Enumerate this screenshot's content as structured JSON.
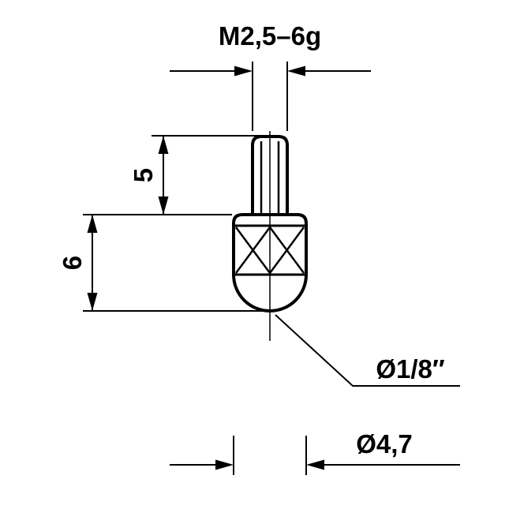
{
  "drawing": {
    "type": "technical-dimension-drawing",
    "subject": "measuring probe contact point with threaded stud",
    "labels": {
      "thread": "M2,5–6g",
      "stud_length": "5",
      "body_length": "6",
      "tip_diameter": "Ø1/8″",
      "body_diameter": "Ø4,7"
    },
    "colors": {
      "line": "#000000",
      "background": "#ffffff"
    }
  }
}
